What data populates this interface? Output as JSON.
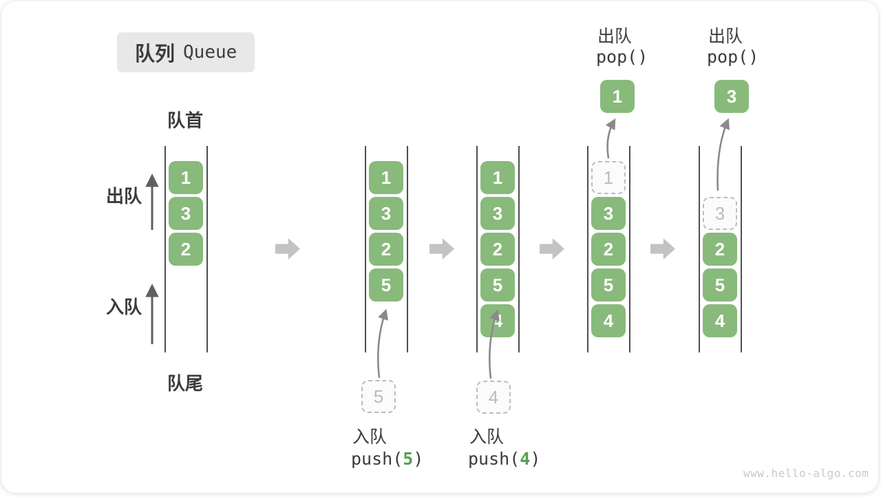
{
  "title": {
    "zh": "队列",
    "en": "Queue"
  },
  "labels": {
    "front": "队首",
    "rear": "队尾",
    "dequeue": "出队",
    "enqueue": "入队"
  },
  "colors": {
    "item_green": "#88ba7b",
    "arg_green": "#55a052",
    "ghost_gray": "#bcbcbc",
    "block_arrow_gray": "#c3c3c3",
    "rail_gray": "#4e4e4e",
    "text_dark": "#3b3b3b"
  },
  "queues": [
    {
      "cells": [
        {
          "value": "1",
          "state": "filled"
        },
        {
          "value": "3",
          "state": "filled"
        },
        {
          "value": "2",
          "state": "filled"
        }
      ]
    },
    {
      "cells": [
        {
          "value": "1",
          "state": "filled"
        },
        {
          "value": "3",
          "state": "filled"
        },
        {
          "value": "2",
          "state": "filled"
        },
        {
          "value": "5",
          "state": "filled"
        }
      ]
    },
    {
      "cells": [
        {
          "value": "1",
          "state": "filled"
        },
        {
          "value": "3",
          "state": "filled"
        },
        {
          "value": "2",
          "state": "filled"
        },
        {
          "value": "5",
          "state": "filled"
        },
        {
          "value": "4",
          "state": "filled"
        }
      ]
    },
    {
      "cells": [
        {
          "value": "1",
          "state": "ghost"
        },
        {
          "value": "3",
          "state": "filled"
        },
        {
          "value": "2",
          "state": "filled"
        },
        {
          "value": "5",
          "state": "filled"
        },
        {
          "value": "4",
          "state": "filled"
        }
      ]
    },
    {
      "cells": [
        {
          "value": "3",
          "state": "ghost"
        },
        {
          "value": "2",
          "state": "filled"
        },
        {
          "value": "5",
          "state": "filled"
        },
        {
          "value": "4",
          "state": "filled"
        }
      ]
    }
  ],
  "operations": {
    "push5": {
      "label": "入队",
      "code_pre": "push(",
      "arg": "5",
      "code_post": ")",
      "staged_value": "5"
    },
    "push4": {
      "label": "入队",
      "code_pre": "push(",
      "arg": "4",
      "code_post": ")",
      "staged_value": "4"
    },
    "pop1": {
      "label": "出队",
      "code": "pop()",
      "popped_value": "1"
    },
    "pop3": {
      "label": "出队",
      "code": "pop()",
      "popped_value": "3"
    }
  },
  "watermark": "www.hello-algo.com"
}
